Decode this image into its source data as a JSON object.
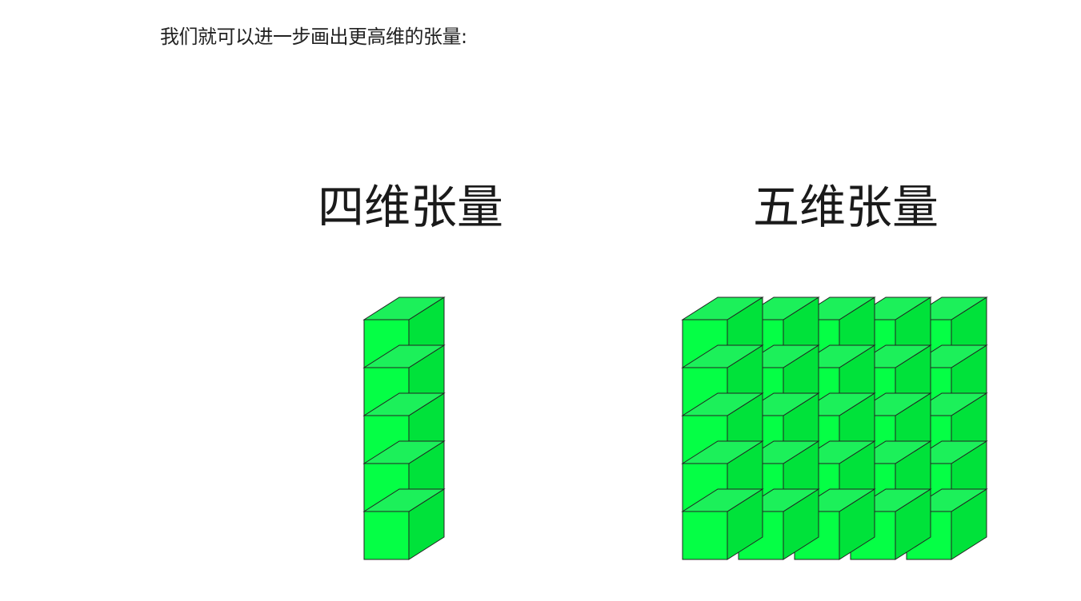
{
  "intro": {
    "text": "我们就可以进一步画出更高维的张量:"
  },
  "diagrams": [
    {
      "title": "四维张量",
      "columns": 1,
      "rows": 5
    },
    {
      "title": "五维张量",
      "columns": 5,
      "rows": 5
    }
  ],
  "colors": {
    "front": "#05ff45",
    "top": "#1cf05a",
    "side": "#00e23a",
    "edge": "#222222"
  }
}
